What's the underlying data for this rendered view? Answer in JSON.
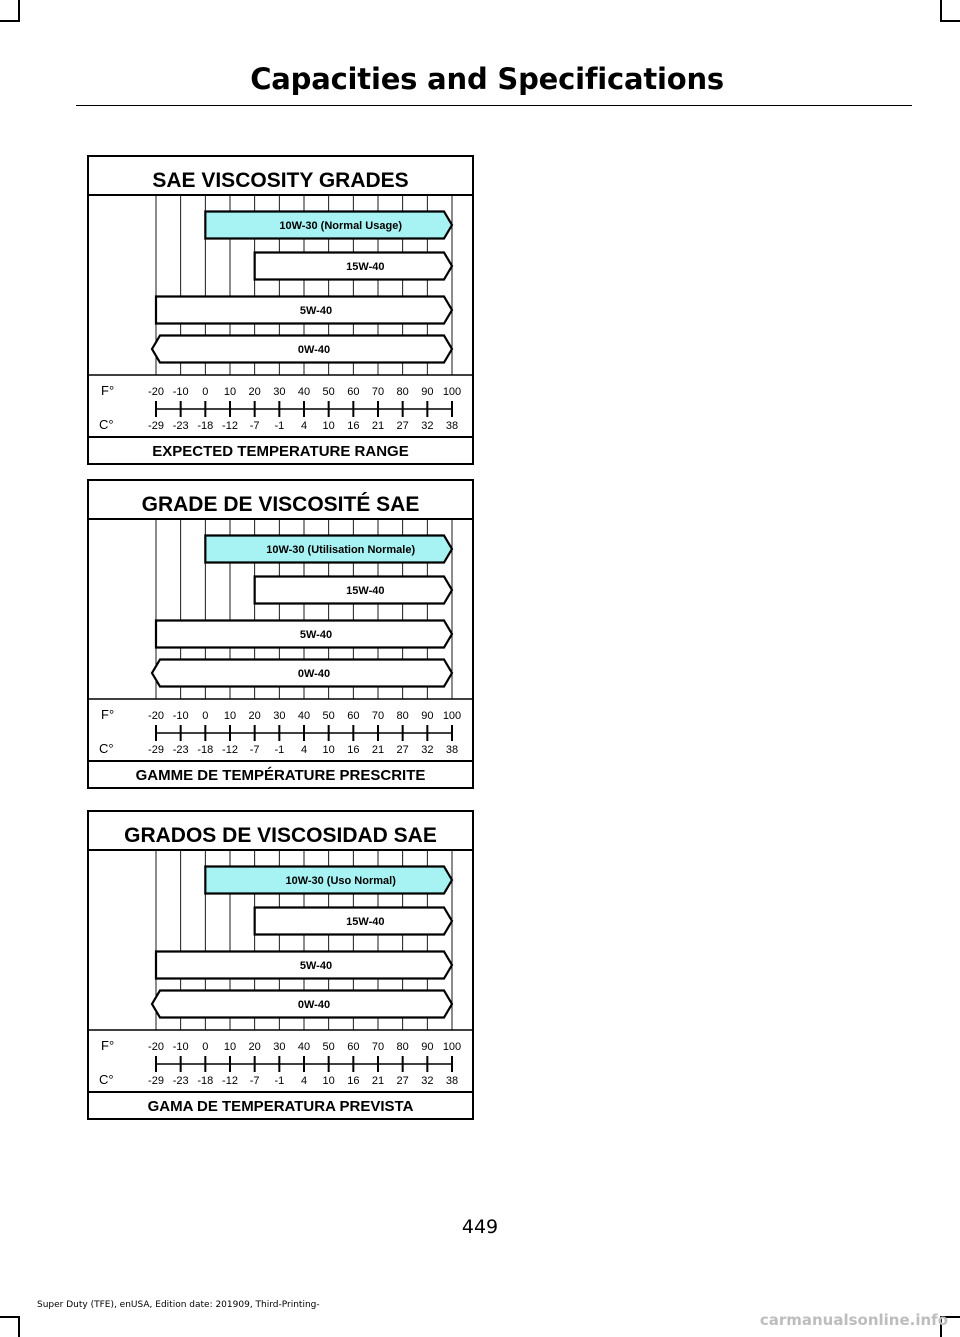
{
  "page": {
    "title": "Capacities and Specifications",
    "page_number": "449",
    "footer": "Super Duty (TFE), enUSA, Edition date: 201909, Third-Printing-",
    "watermark": "carmanualsonline.info"
  },
  "colors": {
    "highlight": "#a7f2f2",
    "ink": "#000000",
    "paper": "#ffffff"
  },
  "chart_data": [
    {
      "type": "bar",
      "title": "SAE VISCOSITY GRADES",
      "xlabel": "EXPECTED TEMPERATURE RANGE",
      "fahrenheit_label": "F°",
      "celsius_label": "C°",
      "fahrenheit_ticks": [
        "-20",
        "-10",
        "0",
        "10",
        "20",
        "30",
        "40",
        "50",
        "60",
        "70",
        "80",
        "90",
        "100"
      ],
      "celsius_ticks": [
        "-29",
        "-23",
        "-18",
        "-12",
        "-7",
        "-1",
        "4",
        "10",
        "16",
        "21",
        "27",
        "32",
        "38"
      ],
      "xlim": [
        -20,
        100
      ],
      "series": [
        {
          "name": "10W-30 (Normal Usage)",
          "min_f": 0,
          "max_f": 100,
          "open_low": false,
          "highlight": true
        },
        {
          "name": "15W-40",
          "min_f": 20,
          "max_f": 100,
          "open_low": false,
          "highlight": false
        },
        {
          "name": "5W-40",
          "min_f": -20,
          "max_f": 100,
          "open_low": false,
          "highlight": false
        },
        {
          "name": "0W-40",
          "min_f": -20,
          "max_f": 100,
          "open_low": true,
          "highlight": false
        }
      ]
    },
    {
      "type": "bar",
      "title": "GRADE DE VISCOSITÉ SAE",
      "xlabel": "GAMME DE TEMPÉRATURE PRESCRITE",
      "fahrenheit_label": "F°",
      "celsius_label": "C°",
      "fahrenheit_ticks": [
        "-20",
        "-10",
        "0",
        "10",
        "20",
        "30",
        "40",
        "50",
        "60",
        "70",
        "80",
        "90",
        "100"
      ],
      "celsius_ticks": [
        "-29",
        "-23",
        "-18",
        "-12",
        "-7",
        "-1",
        "4",
        "10",
        "16",
        "21",
        "27",
        "32",
        "38"
      ],
      "xlim": [
        -20,
        100
      ],
      "series": [
        {
          "name": "10W-30 (Utilisation Normale)",
          "min_f": 0,
          "max_f": 100,
          "open_low": false,
          "highlight": true
        },
        {
          "name": "15W-40",
          "min_f": 20,
          "max_f": 100,
          "open_low": false,
          "highlight": false
        },
        {
          "name": "5W-40",
          "min_f": -20,
          "max_f": 100,
          "open_low": false,
          "highlight": false
        },
        {
          "name": "0W-40",
          "min_f": -20,
          "max_f": 100,
          "open_low": true,
          "highlight": false
        }
      ]
    },
    {
      "type": "bar",
      "title": "GRADOS DE VISCOSIDAD SAE",
      "xlabel": "GAMA DE TEMPERATURA PREVISTA",
      "fahrenheit_label": "F°",
      "celsius_label": "C°",
      "fahrenheit_ticks": [
        "-20",
        "-10",
        "0",
        "10",
        "20",
        "30",
        "40",
        "50",
        "60",
        "70",
        "80",
        "90",
        "100"
      ],
      "celsius_ticks": [
        "-29",
        "-23",
        "-18",
        "-12",
        "-7",
        "-1",
        "4",
        "10",
        "16",
        "21",
        "27",
        "32",
        "38"
      ],
      "xlim": [
        -20,
        100
      ],
      "series": [
        {
          "name": "10W-30 (Uso Normal)",
          "min_f": 0,
          "max_f": 100,
          "open_low": false,
          "highlight": true
        },
        {
          "name": "15W-40",
          "min_f": 20,
          "max_f": 100,
          "open_low": false,
          "highlight": false
        },
        {
          "name": "5W-40",
          "min_f": -20,
          "max_f": 100,
          "open_low": false,
          "highlight": false
        },
        {
          "name": "0W-40",
          "min_f": -20,
          "max_f": 100,
          "open_low": true,
          "highlight": false
        }
      ]
    }
  ]
}
